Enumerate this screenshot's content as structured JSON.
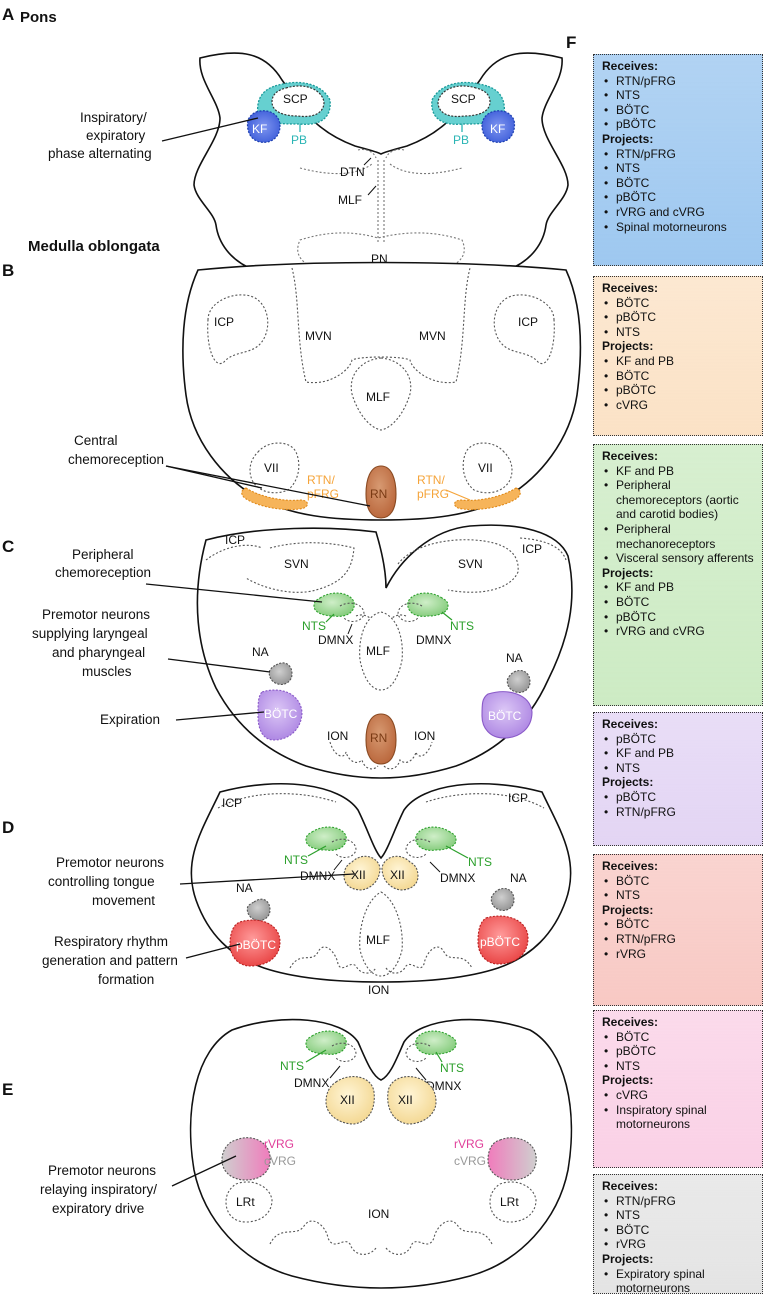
{
  "panel_letters": {
    "a": "A",
    "b": "B",
    "c": "C",
    "d": "D",
    "e": "E",
    "f": "F"
  },
  "section_titles": {
    "pons": "Pons",
    "medulla": "Medulla oblongata"
  },
  "annotations": {
    "a1": "Inspiratory/",
    "a2": "expiratory",
    "a3": "phase alternating",
    "b1": "Central",
    "b2": "chemoreception",
    "c1": "Peripheral",
    "c2": "chemoreception",
    "c3": "Premotor neurons",
    "c4": "supplying laryngeal",
    "c5": "and pharyngeal",
    "c6": "muscles",
    "c7": "Expiration",
    "d1": "Premotor neurons",
    "d2": "controlling tongue",
    "d3": "movement",
    "d4": "Respiratory rhythm",
    "d5": "generation and pattern",
    "d6": "formation",
    "e1": "Premotor neurons",
    "e2": "relaying inspiratory/",
    "e3": "expiratory drive"
  },
  "labels": {
    "scp": "SCP",
    "kf": "KF",
    "pb": "PB",
    "dtn": "DTN",
    "mlf": "MLF",
    "pn": "PN",
    "icp": "ICP",
    "mvn": "MVN",
    "vii": "VII",
    "rtn1": "RTN/",
    "rtn2": "pFRG",
    "rn": "RN",
    "svn": "SVN",
    "nts": "NTS",
    "dmnx": "DMNX",
    "na": "NA",
    "botc": "BÖTC",
    "ion": "ION",
    "xii": "XII",
    "pbotc": "pBÖTC",
    "rvrg": "rVRG",
    "cvrg": "cVRG",
    "lrt": "LRt"
  },
  "boxes": [
    {
      "color": "#9ec8f0",
      "receives_label": "Receives:",
      "receives": [
        "RTN/pFRG",
        "NTS",
        "BÖTC",
        "pBÖTC"
      ],
      "projects_label": "Projects:",
      "projects": [
        "RTN/pFRG",
        "NTS",
        "BÖTC",
        "pBÖTC",
        "rVRG and cVRG",
        "Spinal motorneurons"
      ]
    },
    {
      "color": "#fbe2c6",
      "receives_label": "Receives:",
      "receives": [
        "BÖTC",
        "pBÖTC",
        "NTS"
      ],
      "projects_label": "Projects:",
      "projects": [
        "KF and PB",
        "BÖTC",
        "pBÖTC",
        "cVRG"
      ]
    },
    {
      "color": "#cdebc4",
      "receives_label": "Receives:",
      "receives": [
        "KF and PB",
        "Peripheral chemoreceptors (aortic and carotid bodies)",
        "Peripheral mechanoreceptors",
        "Visceral sensory afferents"
      ],
      "projects_label": "Projects:",
      "projects": [
        "KF and PB",
        "BÖTC",
        "pBÖTC",
        "rVRG and cVRG"
      ]
    },
    {
      "color": "#e3d5f4",
      "receives_label": "Receives:",
      "receives": [
        "pBÖTC",
        "KF and PB",
        "NTS"
      ],
      "projects_label": "Projects:",
      "projects": [
        "pBÖTC",
        "RTN/pFRG"
      ]
    },
    {
      "color": "#f8c9c4",
      "receives_label": "Receives:",
      "receives": [
        "BÖTC",
        "NTS"
      ],
      "projects_label": "Projects:",
      "projects": [
        "BÖTC",
        "RTN/pFRG",
        "rVRG"
      ]
    },
    {
      "color": "#fad1e6",
      "receives_label": "Receives:",
      "receives": [
        "BÖTC",
        "pBÖTC",
        "NTS"
      ],
      "projects_label": "Projects:",
      "projects": [
        "cVRG",
        "Inspiratory spinal motorneurons"
      ]
    },
    {
      "color": "#e4e4e4",
      "receives_label": "Receives:",
      "receives": [
        "RTN/pFRG",
        "NTS",
        "BÖTC",
        "rVRG"
      ],
      "projects_label": "Projects:",
      "projects": [
        "Expiratory spinal motorneurons"
      ]
    }
  ],
  "colors": {
    "kf": "#4f6fe0",
    "pb": "#2bb5b5",
    "rtn": "#f5a43a",
    "rn": "#c57a4e",
    "nts": "#2ca02c",
    "na": "#9a9a9a",
    "botc": "#b58ae6",
    "xii": "#f7dfa0",
    "pbotc": "#ee4444",
    "rvrg": "#e0409a",
    "cvrg": "#999999"
  }
}
